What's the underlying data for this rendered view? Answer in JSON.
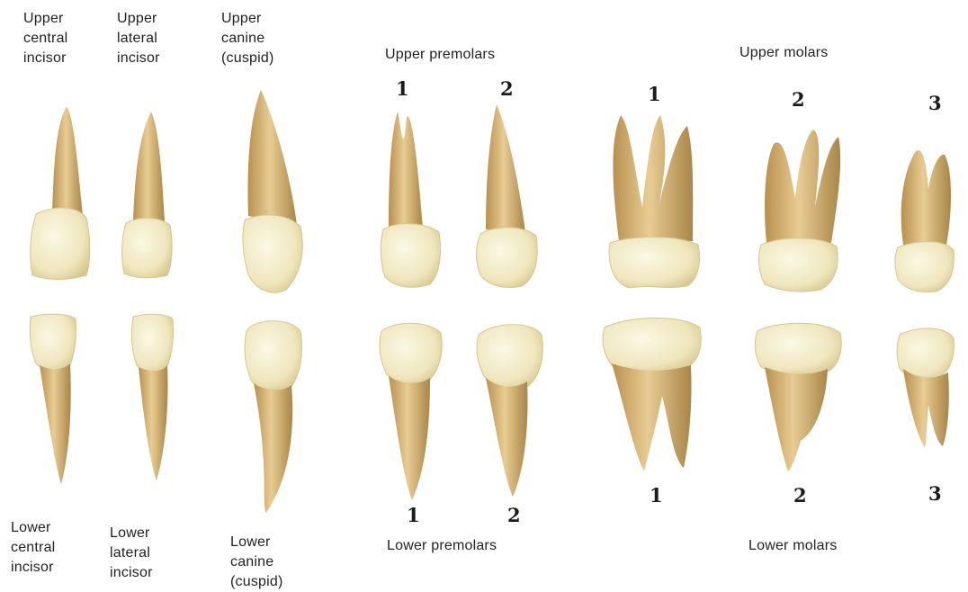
{
  "labels": {
    "upper_central_incisor": "Upper\ncentral\nincisor",
    "upper_lateral_incisor": "Upper\nlateral\nincisor",
    "upper_canine": "Upper\ncanine\n(cuspid)",
    "upper_premolars": "Upper premolars",
    "upper_molars": "Upper molars",
    "lower_central_incisor": "Lower\ncentral\nincisor",
    "lower_lateral_incisor": "Lower\nlateral\nincisor",
    "lower_canine": "Lower\ncanine\n(cuspid)",
    "lower_premolars": "Lower premolars",
    "lower_molars": "Lower molars"
  },
  "numbers": {
    "upper_premolar_1": "1",
    "upper_premolar_2": "2",
    "upper_molar_1": "1",
    "upper_molar_2": "2",
    "upper_molar_3": "3",
    "lower_premolar_1": "1",
    "lower_premolar_2": "2",
    "lower_molar_1": "1",
    "lower_molar_2": "2",
    "lower_molar_3": "3"
  },
  "colors": {
    "crown": "#f3edc6",
    "root": "#d9b87a",
    "root_dark": "#b8904f",
    "outline": "#c9a86a"
  }
}
